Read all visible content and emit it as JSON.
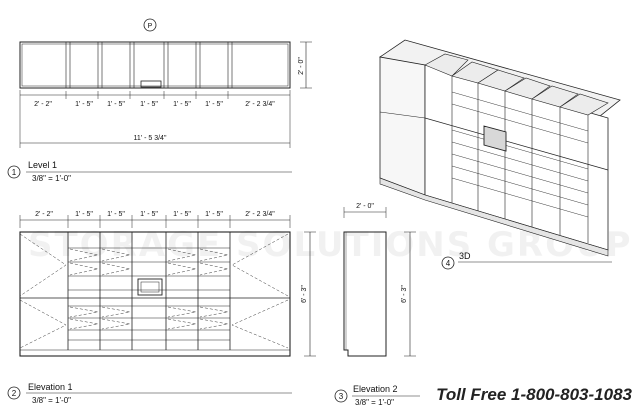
{
  "plan": {
    "marker": "P",
    "dims_top": [
      "2' - 2\"",
      "1' - 5\"",
      "1' - 5\"",
      "1' - 5\"",
      "1' - 5\"",
      "1' - 5\"",
      "2' - 2 3/4\""
    ],
    "total": "11' - 5 3/4\"",
    "depth": "2' - 0\"",
    "view_number": "1",
    "view_title": "Level 1",
    "view_scale": "3/8\" = 1'-0\""
  },
  "elevation1": {
    "dims_top": [
      "2' - 2\"",
      "1' - 5\"",
      "1' - 5\"",
      "1' - 5\"",
      "1' - 5\"",
      "1' - 5\"",
      "2' - 2 3/4\""
    ],
    "height": "6' - 3\"",
    "view_number": "2",
    "view_title": "Elevation 1",
    "view_scale": "3/8\" = 1'-0\""
  },
  "elevation2": {
    "width": "2' - 0\"",
    "height": "6' - 3\"",
    "view_number": "3",
    "view_title": "Elevation 2",
    "view_scale": "3/8\" = 1'-0\""
  },
  "view3d": {
    "view_number": "4",
    "view_title": "3D"
  },
  "watermark": "STORAGE SOLUTIONS GROUP",
  "phone": "Toll Free 1-800-803-1083"
}
